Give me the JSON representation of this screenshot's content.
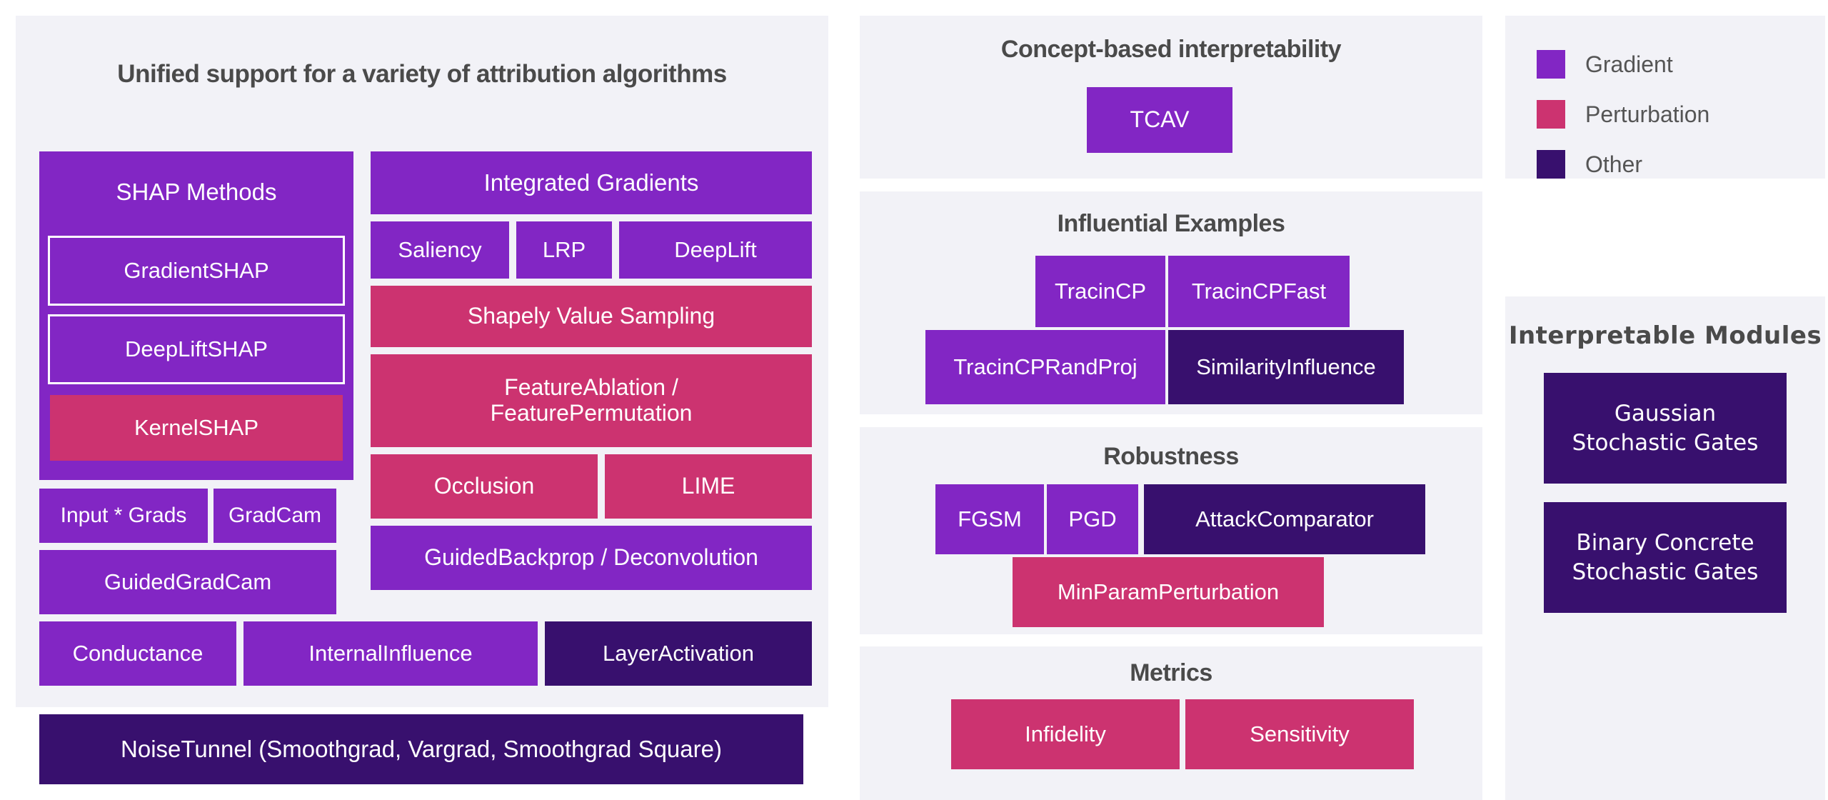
{
  "left_panel": {
    "title": "Unified support for a variety of attribution algorithms",
    "shap_group": {
      "header": "SHAP Methods",
      "items": [
        {
          "label": "GradientSHAP",
          "type": "gradient"
        },
        {
          "label": "DeepLiftSHAP",
          "type": "gradient"
        },
        {
          "label": "KernelSHAP",
          "type": "perturbation"
        }
      ]
    },
    "boxes": [
      {
        "label": "Input * Grads",
        "type": "gradient"
      },
      {
        "label": "GradCam",
        "type": "gradient"
      },
      {
        "label": "GuidedGradCam",
        "type": "gradient"
      },
      {
        "label": "Conductance",
        "type": "gradient"
      },
      {
        "label": "InternalInfluence",
        "type": "gradient"
      },
      {
        "label": "LayerActivation",
        "type": "other"
      },
      {
        "label": "Integrated Gradients",
        "type": "gradient"
      },
      {
        "label": "Saliency",
        "type": "gradient"
      },
      {
        "label": "LRP",
        "type": "gradient"
      },
      {
        "label": "DeepLift",
        "type": "gradient"
      },
      {
        "label": "Shapely Value Sampling",
        "type": "perturbation"
      },
      {
        "label": "FeatureAblation /\nFeaturePermutation",
        "type": "perturbation"
      },
      {
        "label": "Occlusion",
        "type": "perturbation"
      },
      {
        "label": "LIME",
        "type": "perturbation"
      },
      {
        "label": "GuidedBackprop / Deconvolution",
        "type": "gradient"
      },
      {
        "label": "NoiseTunnel (Smoothgrad, Vargrad, Smoothgrad Square)",
        "type": "other"
      }
    ]
  },
  "middle": {
    "concept": {
      "title": "Concept-based interpretability",
      "items": [
        {
          "label": "TCAV",
          "type": "gradient"
        }
      ]
    },
    "influential": {
      "title": "Influential Examples",
      "items": [
        {
          "label": "TracinCP",
          "type": "gradient"
        },
        {
          "label": "TracinCPFast",
          "type": "gradient"
        },
        {
          "label": "TracinCPRandProj",
          "type": "gradient"
        },
        {
          "label": "SimilarityInfluence",
          "type": "other"
        }
      ]
    },
    "robustness": {
      "title": "Robustness",
      "items": [
        {
          "label": "FGSM",
          "type": "gradient"
        },
        {
          "label": "PGD",
          "type": "gradient"
        },
        {
          "label": "AttackComparator",
          "type": "other"
        },
        {
          "label": "MinParamPerturbation",
          "type": "perturbation"
        }
      ]
    },
    "metrics": {
      "title": "Metrics",
      "items": [
        {
          "label": "Infidelity",
          "type": "perturbation"
        },
        {
          "label": "Sensitivity",
          "type": "perturbation"
        }
      ]
    }
  },
  "legend": {
    "items": [
      {
        "label": "Gradient",
        "color": "#8226c4"
      },
      {
        "label": "Perturbation",
        "color": "#cc3370"
      },
      {
        "label": "Other",
        "color": "#38106e"
      }
    ]
  },
  "modules": {
    "title": "Interpretable Modules",
    "items": [
      {
        "label": "Gaussian\nStochastic Gates",
        "type": "other"
      },
      {
        "label": "Binary Concrete\nStochastic Gates",
        "type": "other"
      }
    ]
  },
  "colors": {
    "gradient": "#8226c4",
    "perturbation": "#cc3370",
    "other": "#38106e",
    "panel_bg": "#f2f2f7",
    "title_text": "#4a4a4a",
    "legend_text": "#555555",
    "page_bg": "#ffffff"
  }
}
